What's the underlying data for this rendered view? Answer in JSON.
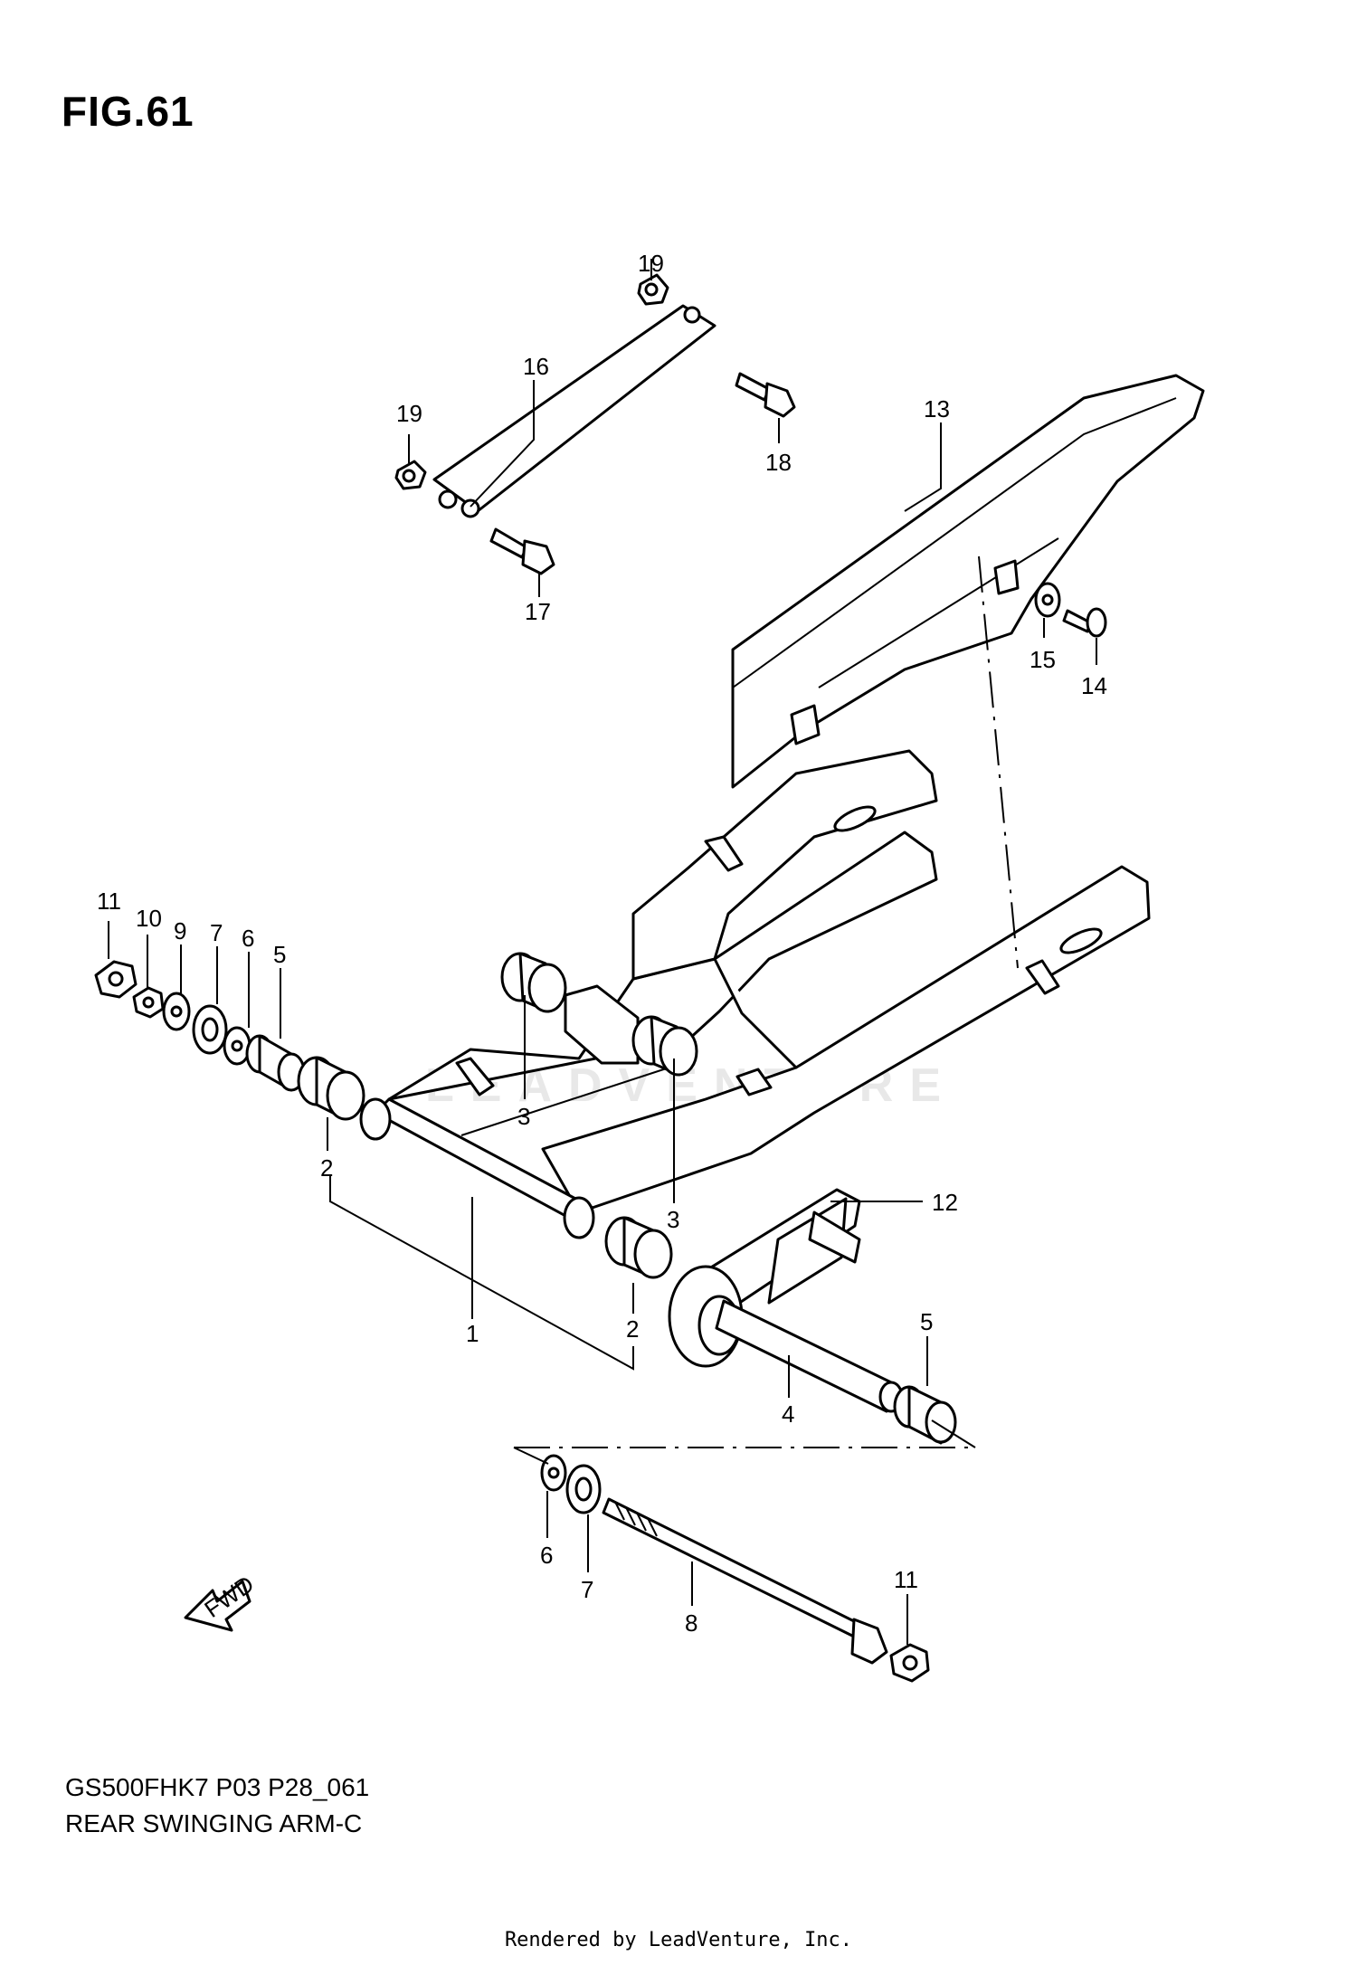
{
  "figure": {
    "title": "FIG.61"
  },
  "watermark": "LEADVENTURE",
  "footer": {
    "model_code": "GS500FHK7 P03 P28_061",
    "caption": "REAR SWINGING ARM-C",
    "rendered_by": "Rendered by LeadVenture, Inc."
  },
  "fwd_label": "FWD",
  "callouts": [
    "19",
    "16",
    "19",
    "18",
    "13",
    "17",
    "15",
    "14",
    "11",
    "10",
    "9",
    "7",
    "6",
    "5",
    "3",
    "2",
    "3",
    "12",
    "1",
    "2",
    "5",
    "4",
    "6",
    "7",
    "8",
    "11"
  ]
}
